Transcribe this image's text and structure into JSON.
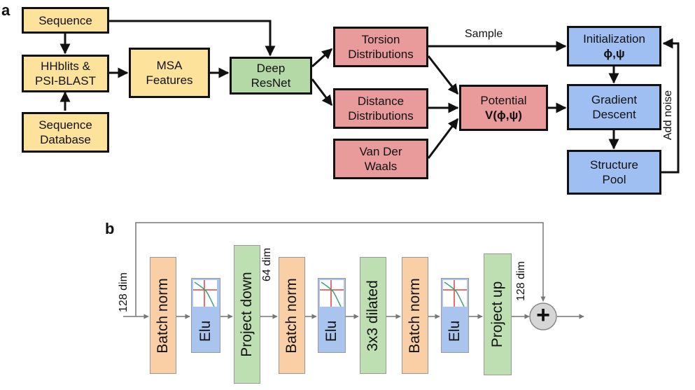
{
  "panels": {
    "a": "a",
    "b": "b"
  },
  "a": {
    "sequence": "Sequence",
    "hhblits": [
      "HHblits &",
      "PSI-BLAST"
    ],
    "sequence_db": [
      "Sequence",
      "Database"
    ],
    "msa": [
      "MSA",
      "Features"
    ],
    "resnet": [
      "Deep",
      "ResNet"
    ],
    "torsion": [
      "Torsion",
      "Distributions"
    ],
    "distance": [
      "Distance",
      "Distributions"
    ],
    "vdw": [
      "Van Der",
      "Waals"
    ],
    "potential_title": "Potential",
    "potential_formula": "V(ϕ,ψ)",
    "init_title": "Initialization",
    "init_formula": "ϕ,ψ",
    "gradient": [
      "Gradient",
      "Descent"
    ],
    "pool": [
      "Structure",
      "Pool"
    ],
    "sample_label": "Sample",
    "add_noise_label": "Add noise"
  },
  "b": {
    "blocks": [
      "Batch norm",
      "Elu",
      "Project down",
      "Batch norm",
      "Elu",
      "3x3 dilated",
      "Batch norm",
      "Elu",
      "Project up"
    ],
    "dim_in": "128 dim",
    "dim_mid": "64 dim",
    "dim_out": "128 dim",
    "plus": "+"
  },
  "colors": {
    "yellow": "#fde29c",
    "green": "#b5d8a7",
    "red": "#e99a9a",
    "blue": "#9fbff2",
    "orange_block": "#fbcfa6",
    "green_block": "#bedfb1",
    "blue_block": "#a9c4ef"
  }
}
